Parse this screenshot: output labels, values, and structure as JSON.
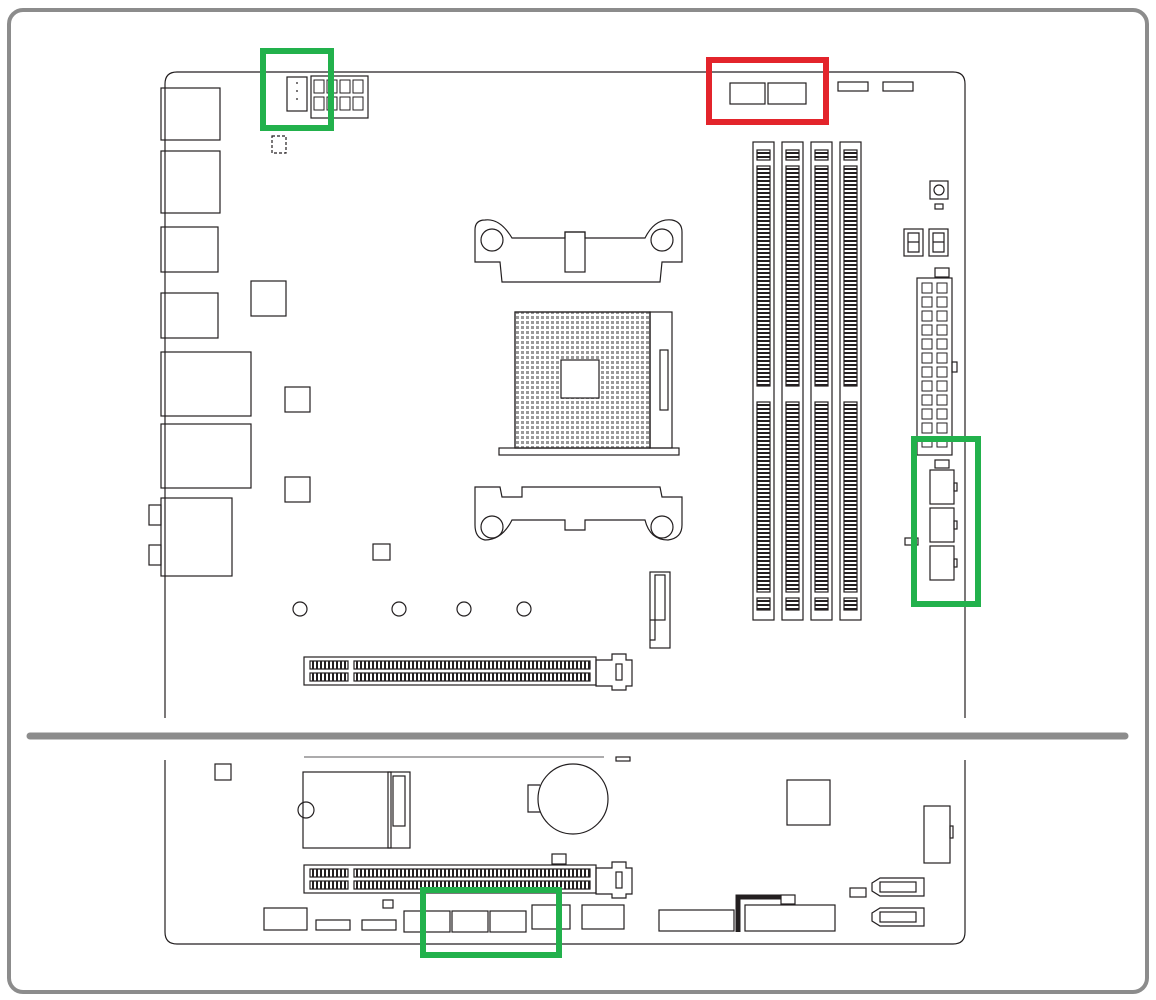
{
  "diagram": {
    "kind": "motherboard-layout",
    "sections": [
      "top-half",
      "bottom-half"
    ],
    "components": {
      "io_ports": 9,
      "dimm_slots": 4,
      "pcie_x16_slots": 2,
      "m2_slots": 2,
      "sata_ports": 2,
      "atx_power_pins": 24,
      "cpu_power_pins": 8,
      "debug_digits": 2
    },
    "highlights": [
      {
        "id": "cpu-fan-header",
        "color": "#22b14c"
      },
      {
        "id": "top-fan-headers",
        "color": "#e3242b"
      },
      {
        "id": "right-fan-headers",
        "color": "#22b14c"
      },
      {
        "id": "bottom-fan-headers",
        "color": "#22b14c"
      }
    ],
    "colors": {
      "frame": "#8c8c8c",
      "outline": "#231f20",
      "divider": "#8c8c8c",
      "highlight_green": "#22b14c",
      "highlight_red": "#e3242b"
    }
  }
}
